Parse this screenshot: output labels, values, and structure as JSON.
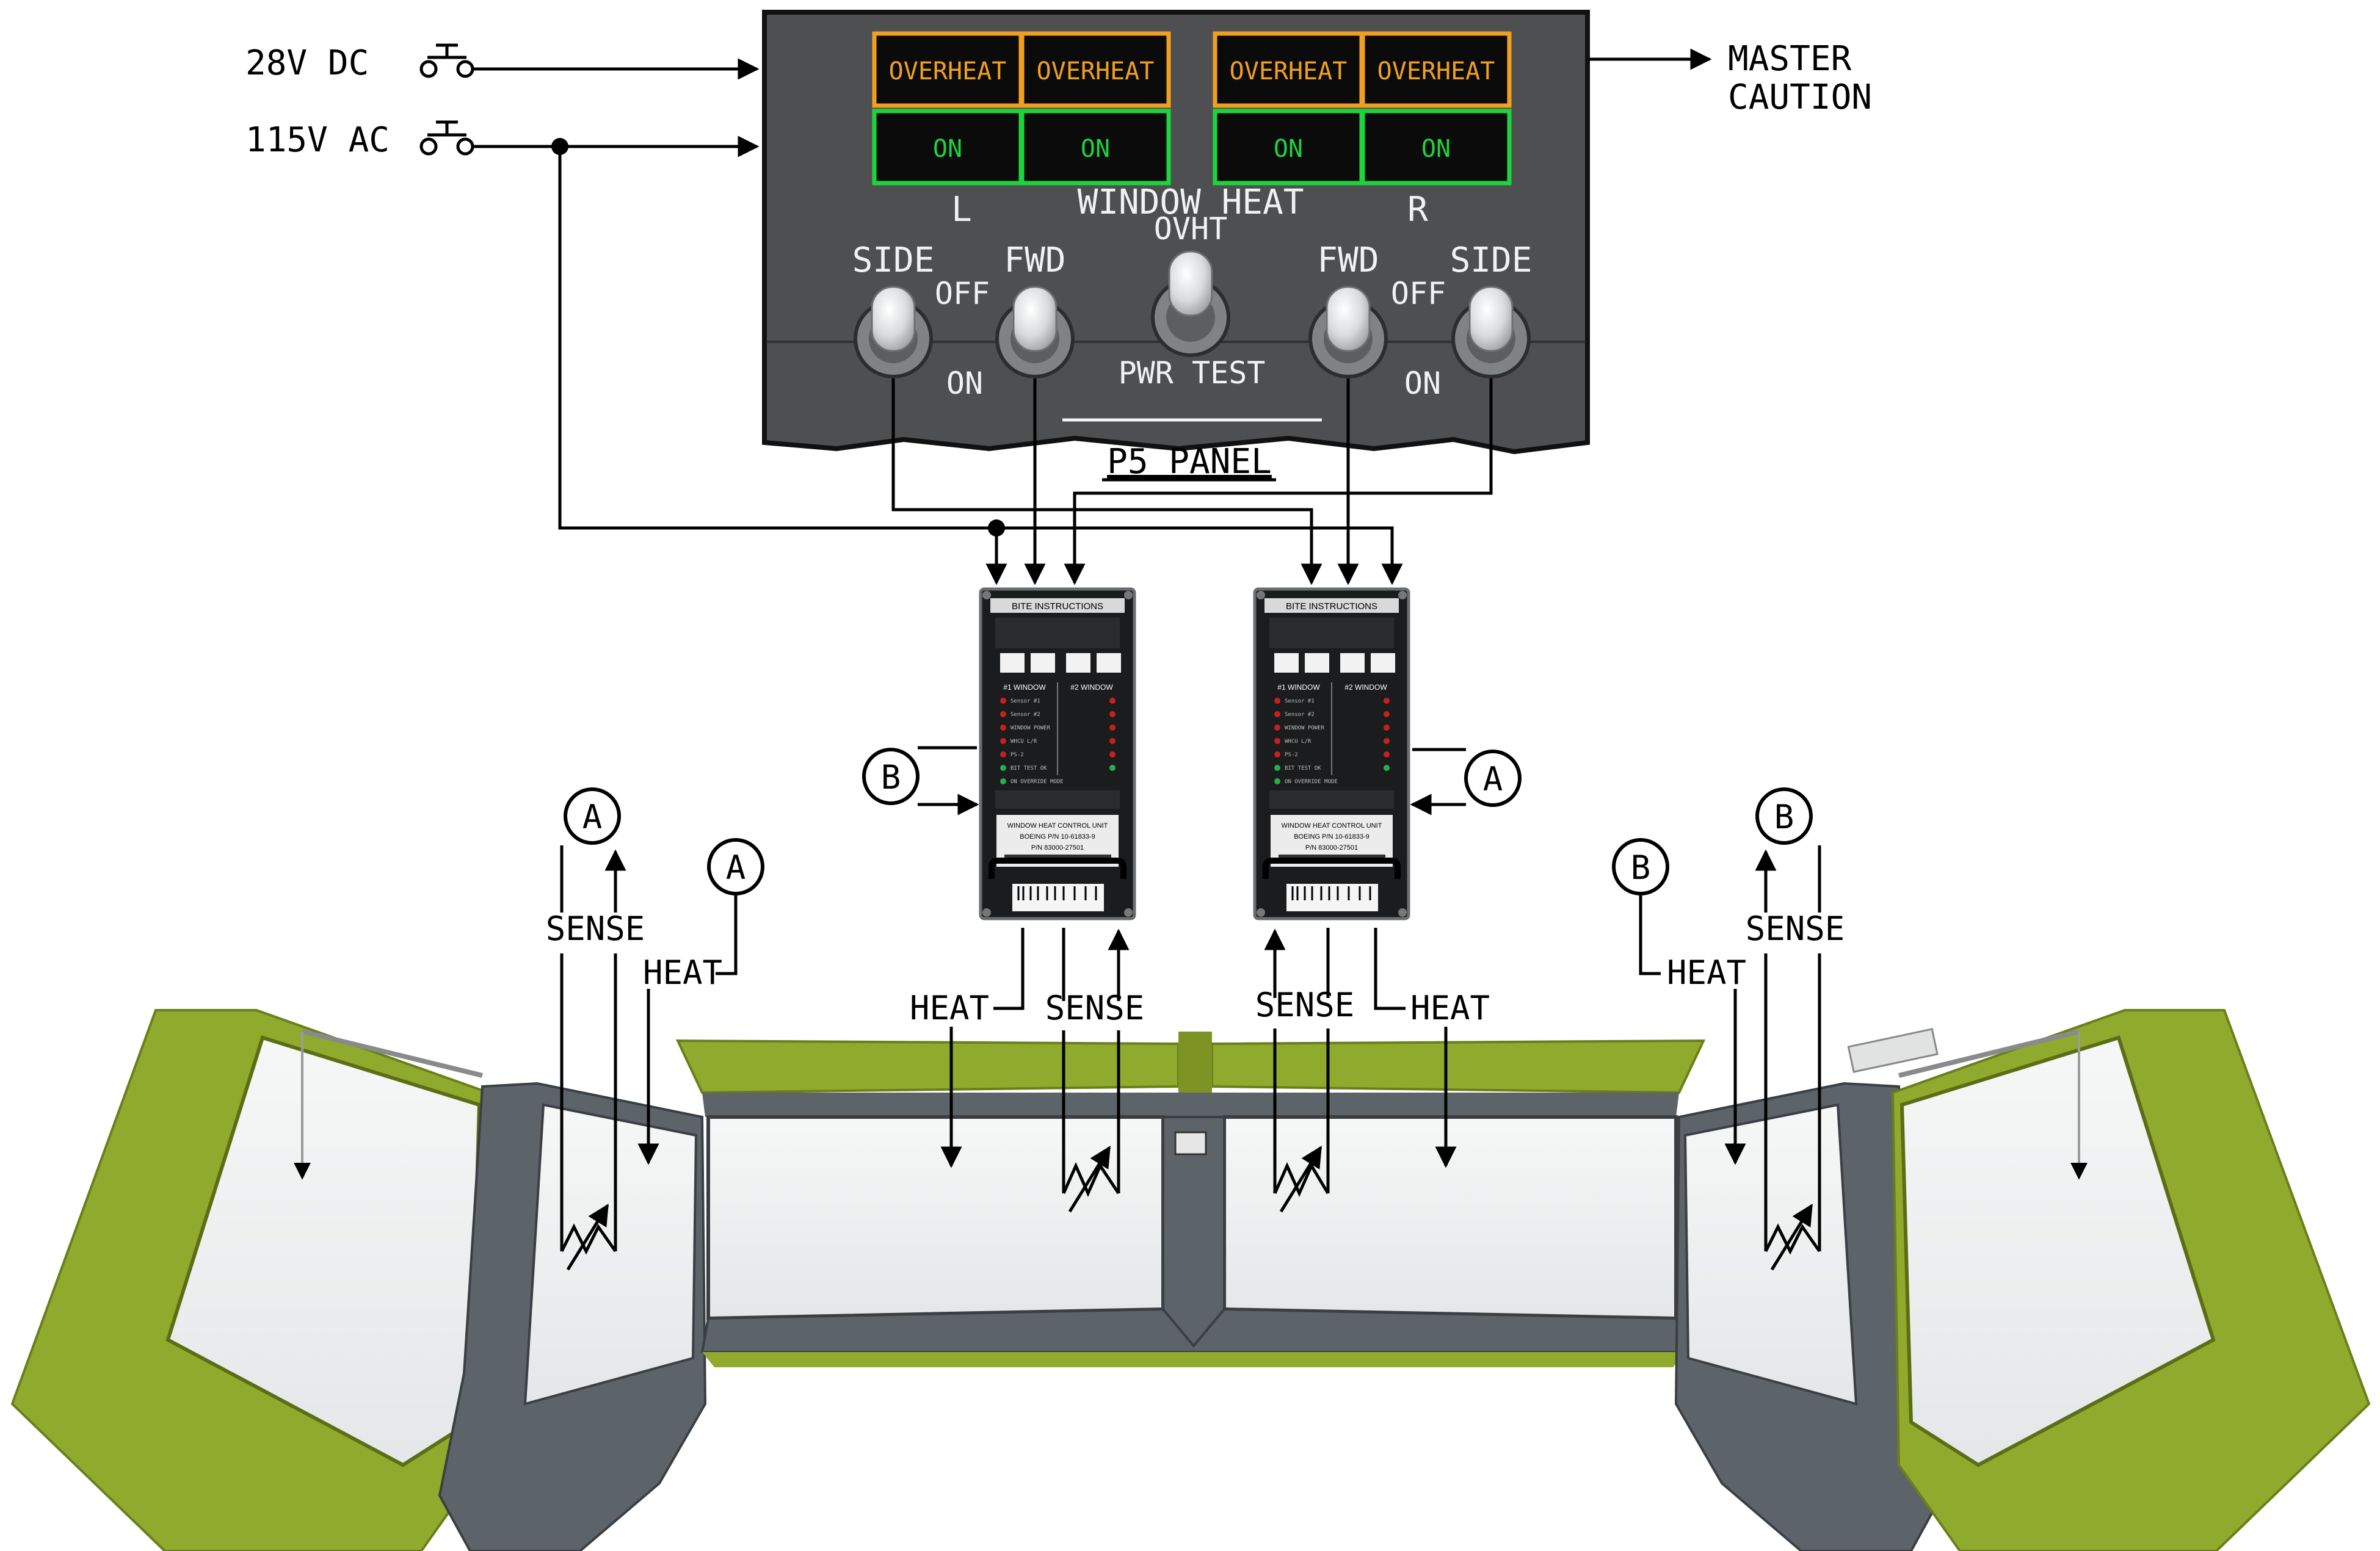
{
  "power": {
    "dc_label": "28V DC",
    "ac_label": "115V AC"
  },
  "panel": {
    "lights": {
      "overheat": [
        "OVERHEAT",
        "OVERHEAT",
        "OVERHEAT",
        "OVERHEAT"
      ],
      "on": [
        "ON",
        "ON",
        "ON",
        "ON"
      ]
    },
    "title": "WINDOW HEAT",
    "left_label": "L",
    "right_label": "R",
    "switch_labels": {
      "side_left": "SIDE",
      "fwd_left": "FWD",
      "fwd_right": "FWD",
      "side_right": "SIDE",
      "off_left": "OFF",
      "off_right": "OFF",
      "on_left": "ON",
      "on_right": "ON",
      "ovht": "OVHT",
      "pwr_test": "PWR TEST"
    },
    "name": "P5 PANEL"
  },
  "master_caution": [
    "MASTER",
    "CAUTION"
  ],
  "controller": {
    "header": "BITE INSTRUCTIONS",
    "sections": [
      "#1 WINDOW",
      "#2 WINDOW"
    ],
    "leds": [
      "Sensor #1",
      "Sensor #2",
      "WINDOW POWER",
      "WHCU L/R",
      "PS-2",
      "BIT TEST OK",
      "ON OVERRIDE MODE"
    ],
    "label_lines": [
      "WINDOW HEAT CONTROL UNIT",
      "BOEING P/N 10-61833-9",
      "P/N 83000-27501"
    ]
  },
  "callouts": {
    "a": "A",
    "b": "B"
  },
  "signals": {
    "heat": "HEAT",
    "sense": "SENSE"
  },
  "colors": {
    "panel_gray": "#4d4f51",
    "overheat_amber": "#f0a020",
    "on_green": "#1dd43c",
    "frame_green": "#8faa2c",
    "pillar_gray": "#5d6469"
  }
}
